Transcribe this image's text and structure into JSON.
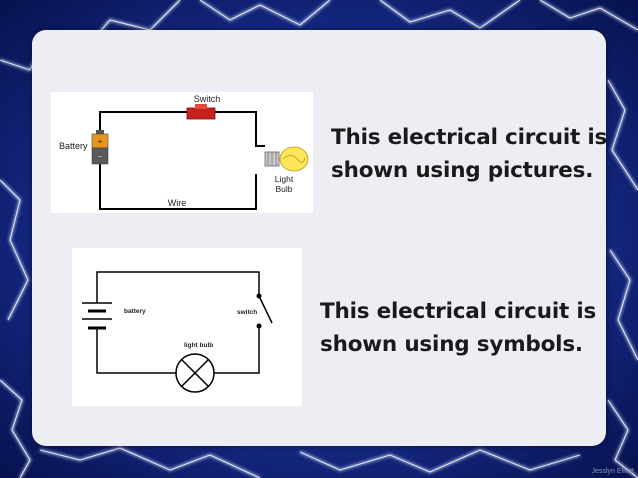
{
  "slide": {
    "caption_pictures": "This electrical circuit is\nshown using pictures.",
    "caption_symbols": "This electrical circuit is\nshown using symbols.",
    "watermark": "Jesslyn Elliott"
  },
  "pictorial_circuit": {
    "switch_label": "Switch",
    "battery_label": "Battery",
    "battery_plus": "+",
    "battery_minus": "−",
    "bulb_label_line1": "Light",
    "bulb_label_line2": "Bulb",
    "wire_label": "Wire"
  },
  "symbolic_circuit": {
    "battery_label": "battery",
    "switch_label": "switch",
    "bulb_label": "light bulb"
  },
  "colors": {
    "background": "#0a1a6e",
    "panel": "#eceef3",
    "switch_red": "#c8201e",
    "battery_orange": "#e8951c",
    "bulb_yellow": "#ffe55a"
  }
}
